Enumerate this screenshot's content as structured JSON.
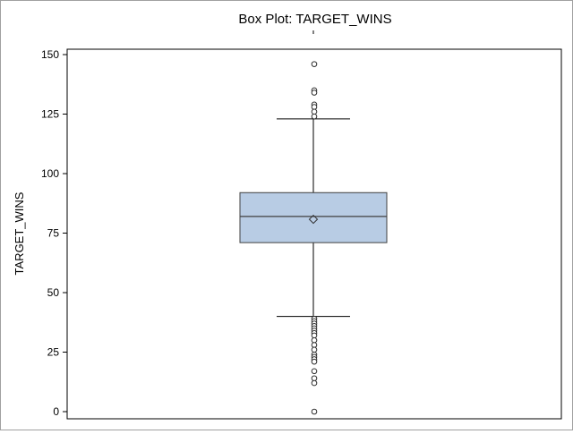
{
  "chart_data": {
    "type": "box",
    "title": "Box Plot: TARGET_WINS",
    "xlabel": "",
    "ylabel": "TARGET_WINS",
    "ylim": [
      0,
      150
    ],
    "y_ticks": [
      0,
      25,
      50,
      75,
      100,
      125,
      150
    ],
    "grid": false,
    "legend": "none",
    "box": {
      "whisker_low": 40,
      "q1": 71,
      "median": 82,
      "q3": 92,
      "whisker_high": 123,
      "mean": 80.8
    },
    "outliers": [
      146,
      135,
      134,
      129,
      128,
      126,
      124,
      39,
      38,
      37,
      36,
      35,
      34,
      33,
      32,
      30,
      28,
      26,
      24,
      23,
      22,
      21,
      17,
      14,
      12,
      0
    ],
    "colors": {
      "box_fill": "#b8cce4",
      "box_stroke": "#404040",
      "line": "#000000"
    }
  }
}
